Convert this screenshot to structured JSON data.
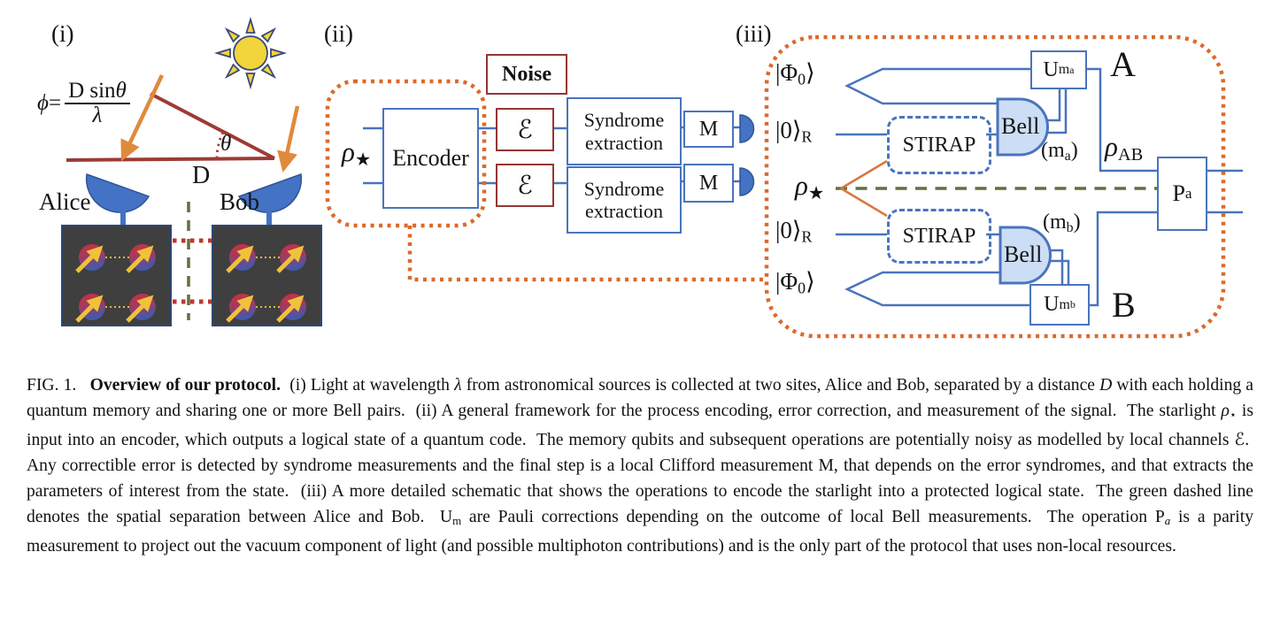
{
  "panels": {
    "i": {
      "label": "(i)",
      "formula_lhs": [
        {
          "t": "ϕ",
          "c": "i"
        },
        {
          "t": "="
        }
      ],
      "formula_num": [
        {
          "t": "D sin",
          "c": ""
        },
        {
          "t": "θ",
          "c": "i"
        }
      ],
      "formula_den": [
        {
          "t": "λ",
          "c": "i"
        }
      ],
      "distance_label": "D",
      "theta_label": [
        {
          "t": "θ",
          "c": "i"
        }
      ],
      "alice_label": "Alice",
      "bob_label": "Bob"
    },
    "ii": {
      "label": "(ii)",
      "rho_star": [
        {
          "t": "ρ",
          "c": "i"
        },
        {
          "t": "★",
          "c": "s1"
        }
      ],
      "encoder_label": "Encoder",
      "noise_label": "Noise",
      "channel_label": [
        {
          "t": "ℰ",
          "c": ""
        }
      ],
      "syndrome_label": "Syndrome extraction",
      "m_label": "M"
    },
    "iii": {
      "label": "(iii)",
      "phi0_ket": [
        {
          "t": "|Φ",
          "c": ""
        },
        {
          "t": "0",
          "c": "s1"
        },
        {
          "t": "⟩",
          "c": ""
        }
      ],
      "zero_ket": [
        {
          "t": "|0⟩",
          "c": ""
        },
        {
          "t": "R",
          "c": "s1"
        }
      ],
      "rho_star": [
        {
          "t": "ρ",
          "c": "i"
        },
        {
          "t": "★",
          "c": "s1"
        }
      ],
      "stirap_label": "STIRAP",
      "bell_label": "Bell",
      "um_a": [
        {
          "t": "U",
          "c": ""
        },
        {
          "t": "m",
          "c": "s1"
        },
        {
          "t": "a",
          "c": "s2"
        }
      ],
      "um_b": [
        {
          "t": "U",
          "c": ""
        },
        {
          "t": "m",
          "c": "s1"
        },
        {
          "t": "b",
          "c": "s2"
        }
      ],
      "m_a": [
        {
          "t": "(m",
          "c": ""
        },
        {
          "t": "a",
          "c": "s1"
        },
        {
          "t": ")",
          "c": ""
        }
      ],
      "m_b": [
        {
          "t": "(m",
          "c": ""
        },
        {
          "t": "b",
          "c": "s1"
        },
        {
          "t": ")",
          "c": ""
        }
      ],
      "rho_ab": [
        {
          "t": "ρ",
          "c": "i"
        },
        {
          "t": "AB",
          "c": "s1"
        }
      ],
      "p_a": [
        {
          "t": "P",
          "c": ""
        },
        {
          "t": "a",
          "c": "s1"
        }
      ],
      "site_a": "A",
      "site_b": "B"
    }
  },
  "colors": {
    "wire_blue": "#4A74BC",
    "dark_red": "#943634",
    "frame_orange": "#DB6A2C",
    "ray_orange": "#E08A3C",
    "separation_green": "#5F7042",
    "bell_fill": "#CCDEF5",
    "sun_yellow": "#F2D43C",
    "memory_gray": "#3F3F3F",
    "qubit_arrow_yellow": "#F0C23A",
    "entangle_red": "#C13530"
  },
  "caption": {
    "segments": [
      {
        "t": "FIG. 1.   ",
        "c": ""
      },
      {
        "t": "Overview of our protocol.",
        "c": "b"
      },
      {
        "t": "  (i) Light at wavelength ",
        "c": ""
      },
      {
        "t": "λ",
        "c": "i"
      },
      {
        "t": " from astronomical sources is collected at two sites, Alice and Bob, separated by a distance ",
        "c": ""
      },
      {
        "t": "D",
        "c": "i"
      },
      {
        "t": " with each holding a quantum memory and sharing one or more Bell pairs.  (ii) A general framework for the process encoding, error correction, and measurement of the signal.  The starlight ",
        "c": ""
      },
      {
        "t": "ρ",
        "c": "i"
      },
      {
        "t": "⋆",
        "c": "s1"
      },
      {
        "t": " is input into an encoder, which outputs a logical state of a quantum code.  The memory qubits and subsequent operations are potentially noisy as modelled by local channels ",
        "c": ""
      },
      {
        "t": "ℰ",
        "c": ""
      },
      {
        "t": ".  Any correctible error is detected by syndrome measurements and the final step is a local Clifford measurement M, that depends on the error syndromes, and that extracts the parameters of interest from the state.  (iii) A more detailed schematic that shows the operations to encode the starlight into a protected logical state.  The green dashed line denotes the spatial separation between Alice and Bob.  U",
        "c": ""
      },
      {
        "t": "m",
        "c": "s1"
      },
      {
        "t": " are Pauli corrections depending on the outcome of local Bell measurements.  The operation P",
        "c": ""
      },
      {
        "t": "a",
        "c": "s1i"
      },
      {
        "t": " is a parity measurement to project out the vacuum component of light (and possible multiphoton contributions) and is the only part of the protocol that uses non-local resources.",
        "c": ""
      }
    ]
  }
}
